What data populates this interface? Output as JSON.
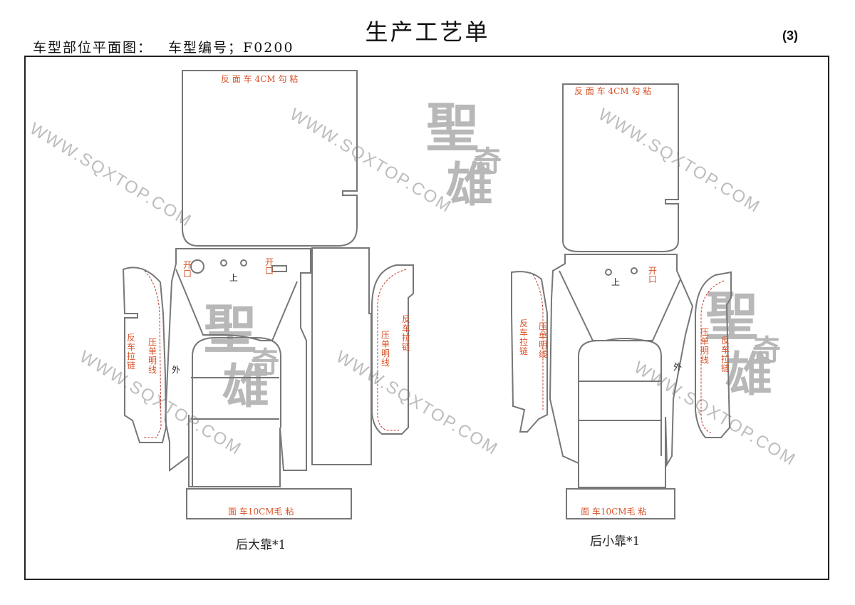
{
  "header": {
    "title": "生产工艺单",
    "left_label": "车型部位平面图：",
    "model_label": "车型编号；F0200",
    "page_number": "(3)"
  },
  "watermark": {
    "text": "WWW.SQXTOP.COM",
    "logo_top": "聖",
    "logo_mid": "奇",
    "logo_bottom": "雄"
  },
  "left_diagram": {
    "top_label": "反 面 车 4CM  勾  粘",
    "open_label_1": "开口",
    "open_label_2": "开口",
    "up_label": "上",
    "out_label": "外",
    "side_left_zipper": "反车拉链",
    "side_left_stitch": "压单明线",
    "side_right_stitch": "压单明线",
    "side_right_zipper": "反车拉链",
    "bottom_label": "面  车10CM毛   粘",
    "caption": "后大靠*1"
  },
  "right_diagram": {
    "top_label": "反 面 车 4CM  勾  粘",
    "open_label": "开口",
    "up_label": "上",
    "out_label": "外",
    "side_left_zipper": "反车拉链",
    "side_left_stitch": "压单明线",
    "side_right_stitch": "压单明线",
    "side_right_zipper": "反车拉链",
    "bottom_label": "面  车10CM毛   粘",
    "caption": "后小靠*1"
  }
}
